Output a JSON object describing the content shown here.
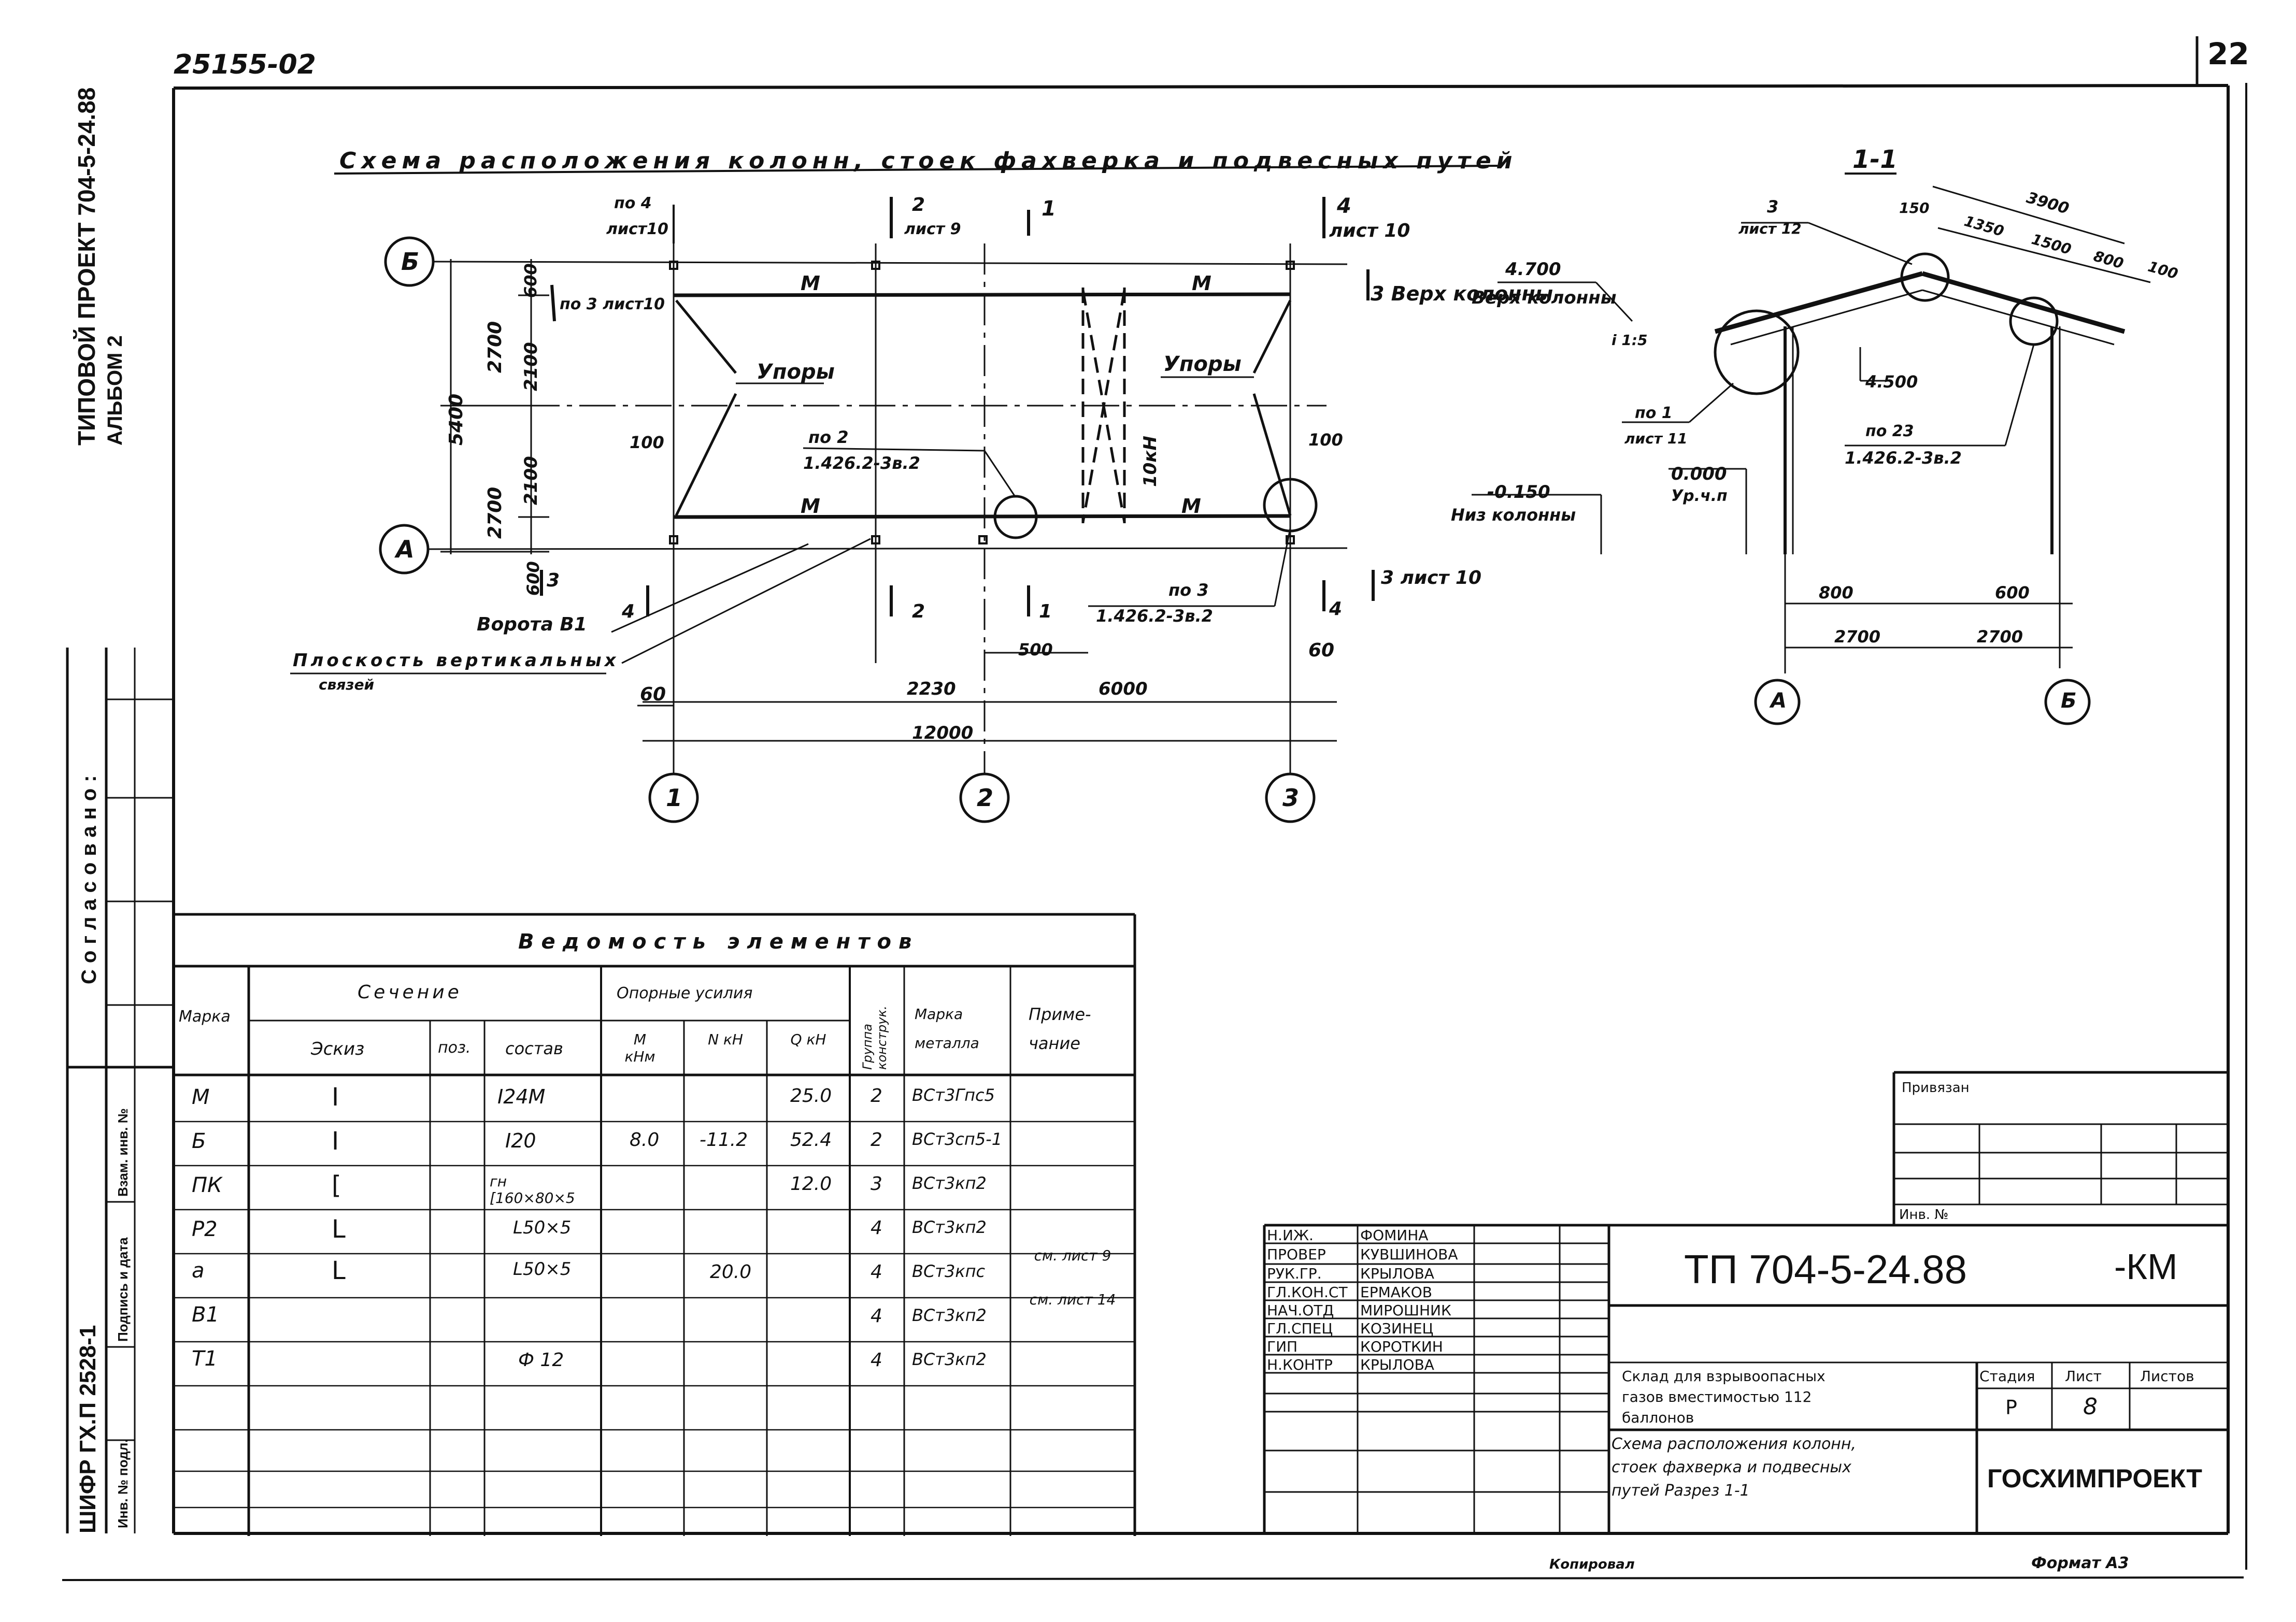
{
  "sheet": {
    "top_code": "25155-02",
    "sheet_number": "22",
    "side_project": "ТИПОВОЙ ПРОЕКТ 704-5-24.88",
    "side_album": "АЛЬБОМ 2",
    "side_agreed": "Согласовано:",
    "side_cipher": "ШИФР ГХ.П 2528-1",
    "side_cells": [
      "Взам. инв. №",
      "Подпись и дата",
      "Инв. № подл."
    ],
    "footer_copied": "Копировал",
    "footer_format": "Формат А3"
  },
  "plan": {
    "title": "Схема расположения колонн, стоек фахверка и подвесных путей",
    "axes": {
      "b": "Б",
      "a": "А",
      "c1": "1",
      "c2": "2",
      "c3": "3"
    },
    "labels": {
      "ref_top_left": "по 4",
      "ref_top_left_sheet": "лист10",
      "ref_2": "2",
      "ref_2_sheet": "лист 9",
      "ref_1_top": "1",
      "ref_4_top": "4",
      "ref_4_sheet": "лист 10",
      "po3_sheet10": "по 3 лист10",
      "m": "М",
      "upory": "Упоры",
      "top_of_column": "3 Верх колонны",
      "po2": "по 2",
      "po2_ref": "1.426.2-3в.2",
      "kn10": "10кН",
      "po3": "по 3",
      "po3_ref": "1.426.2-3в.2",
      "sec3_left": "3",
      "sec4_left": "4",
      "sec2_bot": "2",
      "sec1_bot": "1",
      "sec4_bot": "4",
      "sec3_sheet10": "3 лист 10",
      "gate": "Ворота В1",
      "plane": "Плоскость вертикальных",
      "plane2": "связей"
    },
    "dims": {
      "d5400": "5400",
      "d2700a": "2700",
      "d2700b": "2700",
      "d600a": "600",
      "d600b": "600",
      "d2100a": "2100",
      "d2100b": "2100",
      "d100l": "100",
      "d100r": "100",
      "d60l": "60",
      "d60r": "60",
      "d500": "500",
      "d2230": "2230",
      "d6000": "6000",
      "d12000": "12000"
    }
  },
  "section": {
    "title": "1-1",
    "labels": {
      "s3": "3",
      "s3_sheet": "лист 12",
      "el4700": "4.700",
      "top_col": "Верх колонны",
      "slope": "i 1:5",
      "el4500": "4.500",
      "po1": "по 1",
      "po1_sheet": "лист 11",
      "po23": "по 23",
      "po23_ref": "1.426.2-3в.2",
      "el0150": "-0.150",
      "bot_col": "Низ колонны",
      "el0000": "0.000",
      "ur": "Ур.ч.п",
      "axis_a": "А",
      "axis_b": "Б"
    },
    "dims": {
      "d150": "150",
      "d3900": "3900",
      "d1350": "1350",
      "d1500": "1500",
      "d800": "800",
      "d100": "100",
      "d800b": "800",
      "d600": "600",
      "d2700a": "2700",
      "d2700b": "2700"
    }
  },
  "table": {
    "title": "Ведомость элементов",
    "headers": {
      "mark": "Марка",
      "section": "Сечение",
      "sketch": "Эскиз",
      "pos": "поз.",
      "composition": "состав",
      "forces": "Опорные усилия",
      "m": "М кНм",
      "n": "N кН",
      "q": "Q кН",
      "group": "Группа конструк.",
      "steel": "Марка металла",
      "note": "Приме- чание"
    },
    "rows": [
      {
        "mark": "М",
        "sketch": "I",
        "pos": "",
        "comp": "I24М",
        "m": "",
        "n": "",
        "q": "25.0",
        "group": "2",
        "steel": "ВСт3Гпс5",
        "note": ""
      },
      {
        "mark": "Б",
        "sketch": "I",
        "pos": "",
        "comp": "I20",
        "m": "8.0",
        "n": "-11.2",
        "q": "52.4",
        "group": "2",
        "steel": "ВСт3сп5-1",
        "note": ""
      },
      {
        "mark": "ПК",
        "sketch": "[",
        "pos": "",
        "comp": "гн [160×80×5",
        "m": "",
        "n": "",
        "q": "12.0",
        "group": "3",
        "steel": "ВСт3кп2",
        "note": ""
      },
      {
        "mark": "Р2",
        "sketch": "L",
        "pos": "",
        "comp": "L50×5",
        "m": "",
        "n": "",
        "q": "",
        "group": "4",
        "steel": "ВСт3кп2",
        "note": ""
      },
      {
        "mark": "а",
        "sketch": "L",
        "pos": "",
        "comp": "L50×5",
        "m": "",
        "n": "20.0",
        "q": "",
        "group": "4",
        "steel": "ВСт3кпс",
        "note": "см. лист 9"
      },
      {
        "mark": "В1",
        "sketch": "",
        "pos": "",
        "comp": "",
        "m": "",
        "n": "",
        "q": "",
        "group": "4",
        "steel": "ВСт3кп2",
        "note": "см. лист 14"
      },
      {
        "mark": "Т1",
        "sketch": "",
        "pos": "",
        "comp": "Ф 12",
        "m": "",
        "n": "",
        "q": "",
        "group": "4",
        "steel": "ВСт3кп2",
        "note": ""
      }
    ]
  },
  "titleblock": {
    "attached": "Привязан",
    "inv": "Инв. №",
    "code": "ТП 704-5-24.88",
    "suffix": "-КМ",
    "people": [
      {
        "role": "Н.ИЖ.",
        "name": "ФОМИНА"
      },
      {
        "role": "ПРОВЕР",
        "name": "КУВШИНОВА"
      },
      {
        "role": "РУК.ГР.",
        "name": "КРЫЛОВА"
      },
      {
        "role": "ГЛ.КОН.СТ",
        "name": "ЕРМАКОВ"
      },
      {
        "role": "НАЧ.ОТД",
        "name": "МИРОШНИК"
      },
      {
        "role": "ГЛ.СПЕЦ",
        "name": "КОЗИНЕЦ"
      },
      {
        "role": "ГИП",
        "name": "КОРОТКИН"
      },
      {
        "role": "Н.КОНТР",
        "name": "КРЫЛОВА"
      }
    ],
    "object_1": "Склад для взрывоопасных",
    "object_2": "газов вместимостью 112",
    "object_3": "баллонов",
    "drawing_1": "Схема расположения колонн,",
    "drawing_2": "стоек фахверка и подвесных",
    "drawing_3": "путей Разрез 1-1",
    "stage_h": "Стадия",
    "sheet_h": "Лист",
    "sheets_h": "Листов",
    "stage": "Р",
    "sheet": "8",
    "org": "ГОСХИМПРОЕКТ"
  }
}
